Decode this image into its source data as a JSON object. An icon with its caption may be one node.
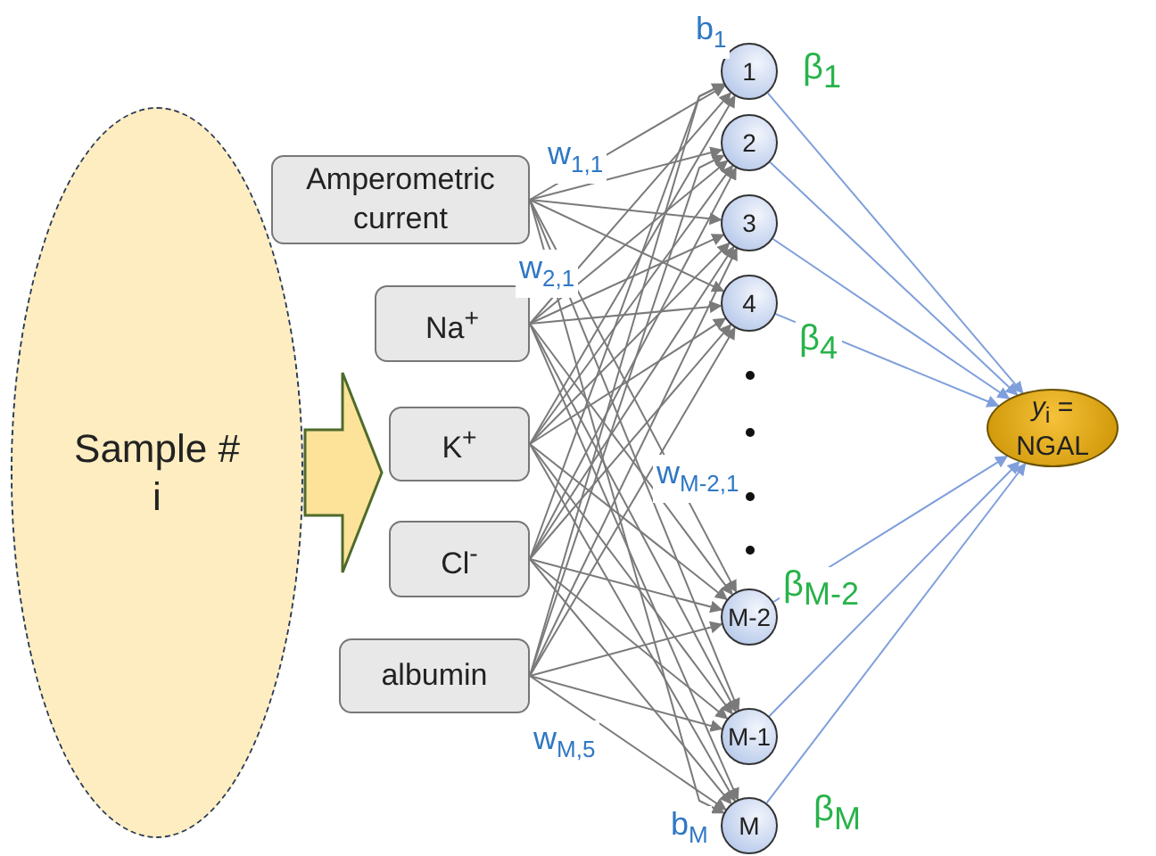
{
  "diagram": {
    "nodes": [
      {
        "text": [
          "Sample # i"
        ]
      },
      {
        "text": [
          "Amperometric current"
        ]
      },
      {
        "text": [
          "Na$^{+}$"
        ]
      },
      {
        "text": [
          "K$^{+}$"
        ]
      },
      {
        "text": [
          "Cl$^{-}$"
        ]
      },
      {
        "text": [
          "albumin"
        ]
      },
      {
        "text": [
          "1"
        ],
        "beside": [
          "b$_{1}$"
        ]
      },
      {
        "text": [
          "2"
        ]
      },
      {
        "text": [
          "3"
        ]
      },
      {
        "text": [
          "4"
        ]
      },
      {
        "text": [
          "M-2"
        ]
      },
      {
        "text": [
          "M-1"
        ]
      },
      {
        "text": [
          "M"
        ],
        "beside": [
          "b$_{M}$"
        ]
      },
      {
        "text": [
          "*y*$_{i}$ = NGAL"
        ]
      }
    ],
    "edges": [
      {
        "from": 0,
        "to": null,
        "arrow": "to",
        "style": "thick"
      },
      {
        "from": 1,
        "to": 6,
        "arrow": "to"
      },
      {
        "from": 1,
        "to": 7,
        "arrow": "to"
      },
      {
        "from": 1,
        "to": 8,
        "arrow": "to"
      },
      {
        "from": 1,
        "to": 9,
        "arrow": "to"
      },
      {
        "from": 1,
        "to": 10,
        "arrow": "to"
      },
      {
        "from": 1,
        "to": 11,
        "arrow": "to"
      },
      {
        "from": 1,
        "to": 12,
        "arrow": "to"
      },
      {
        "from": 2,
        "to": 6,
        "arrow": "to"
      },
      {
        "from": 2,
        "to": 7,
        "arrow": "to"
      },
      {
        "from": 2,
        "to": 8,
        "arrow": "to"
      },
      {
        "from": 2,
        "to": 9,
        "arrow": "to"
      },
      {
        "from": 2,
        "to": 10,
        "arrow": "to"
      },
      {
        "from": 2,
        "to": 11,
        "arrow": "to"
      },
      {
        "from": 2,
        "to": 12,
        "arrow": "to"
      },
      {
        "from": 3,
        "to": 6,
        "arrow": "to"
      },
      {
        "from": 3,
        "to": 7,
        "arrow": "to"
      },
      {
        "from": 3,
        "to": 8,
        "arrow": "to"
      },
      {
        "from": 3,
        "to": 9,
        "arrow": "to"
      },
      {
        "from": 3,
        "to": 10,
        "arrow": "to"
      },
      {
        "from": 3,
        "to": 11,
        "arrow": "to"
      },
      {
        "from": 3,
        "to": 12,
        "arrow": "to"
      },
      {
        "from": 4,
        "to": 6,
        "arrow": "to"
      },
      {
        "from": 4,
        "to": 7,
        "arrow": "to"
      },
      {
        "from": 4,
        "to": 8,
        "arrow": "to"
      },
      {
        "from": 4,
        "to": 9,
        "arrow": "to"
      },
      {
        "from": 4,
        "to": 10,
        "arrow": "to"
      },
      {
        "from": 4,
        "to": 11,
        "arrow": "to"
      },
      {
        "from": 4,
        "to": 12,
        "arrow": "to"
      },
      {
        "from": 5,
        "to": 6,
        "arrow": "to"
      },
      {
        "from": 5,
        "to": 7,
        "arrow": "to"
      },
      {
        "from": 5,
        "to": 8,
        "arrow": "to"
      },
      {
        "from": 5,
        "to": 9,
        "arrow": "to"
      },
      {
        "from": 5,
        "to": 10,
        "arrow": "to"
      },
      {
        "from": 5,
        "to": 11,
        "arrow": "to"
      },
      {
        "from": 5,
        "to": 12,
        "arrow": "to"
      },
      {
        "from": 6,
        "to": 13,
        "arrow": "to",
        "color": "#7f9fdc"
      },
      {
        "from": 7,
        "to": 13,
        "arrow": "to",
        "color": "#7f9fdc"
      },
      {
        "from": 8,
        "to": 13,
        "arrow": "to",
        "color": "#7f9fdc"
      },
      {
        "from": 9,
        "to": 13,
        "arrow": "to",
        "color": "#7f9fdc"
      },
      {
        "from": 10,
        "to": 13,
        "arrow": "to",
        "color": "#7f9fdc"
      },
      {
        "from": 11,
        "to": 13,
        "arrow": "to",
        "color": "#7f9fdc"
      },
      {
        "from": 12,
        "to": 13,
        "arrow": "to",
        "color": "#7f9fdc"
      }
    ],
    "labels": [
      "β$_{1}$",
      "w$_{1,1}$",
      "w$_{2,1}$",
      "β$_{4}$",
      "w$_{M-2,1}$",
      "β$_{M-2}$",
      "w$_{M,5}$",
      "β$_{M}$"
    ]
  }
}
